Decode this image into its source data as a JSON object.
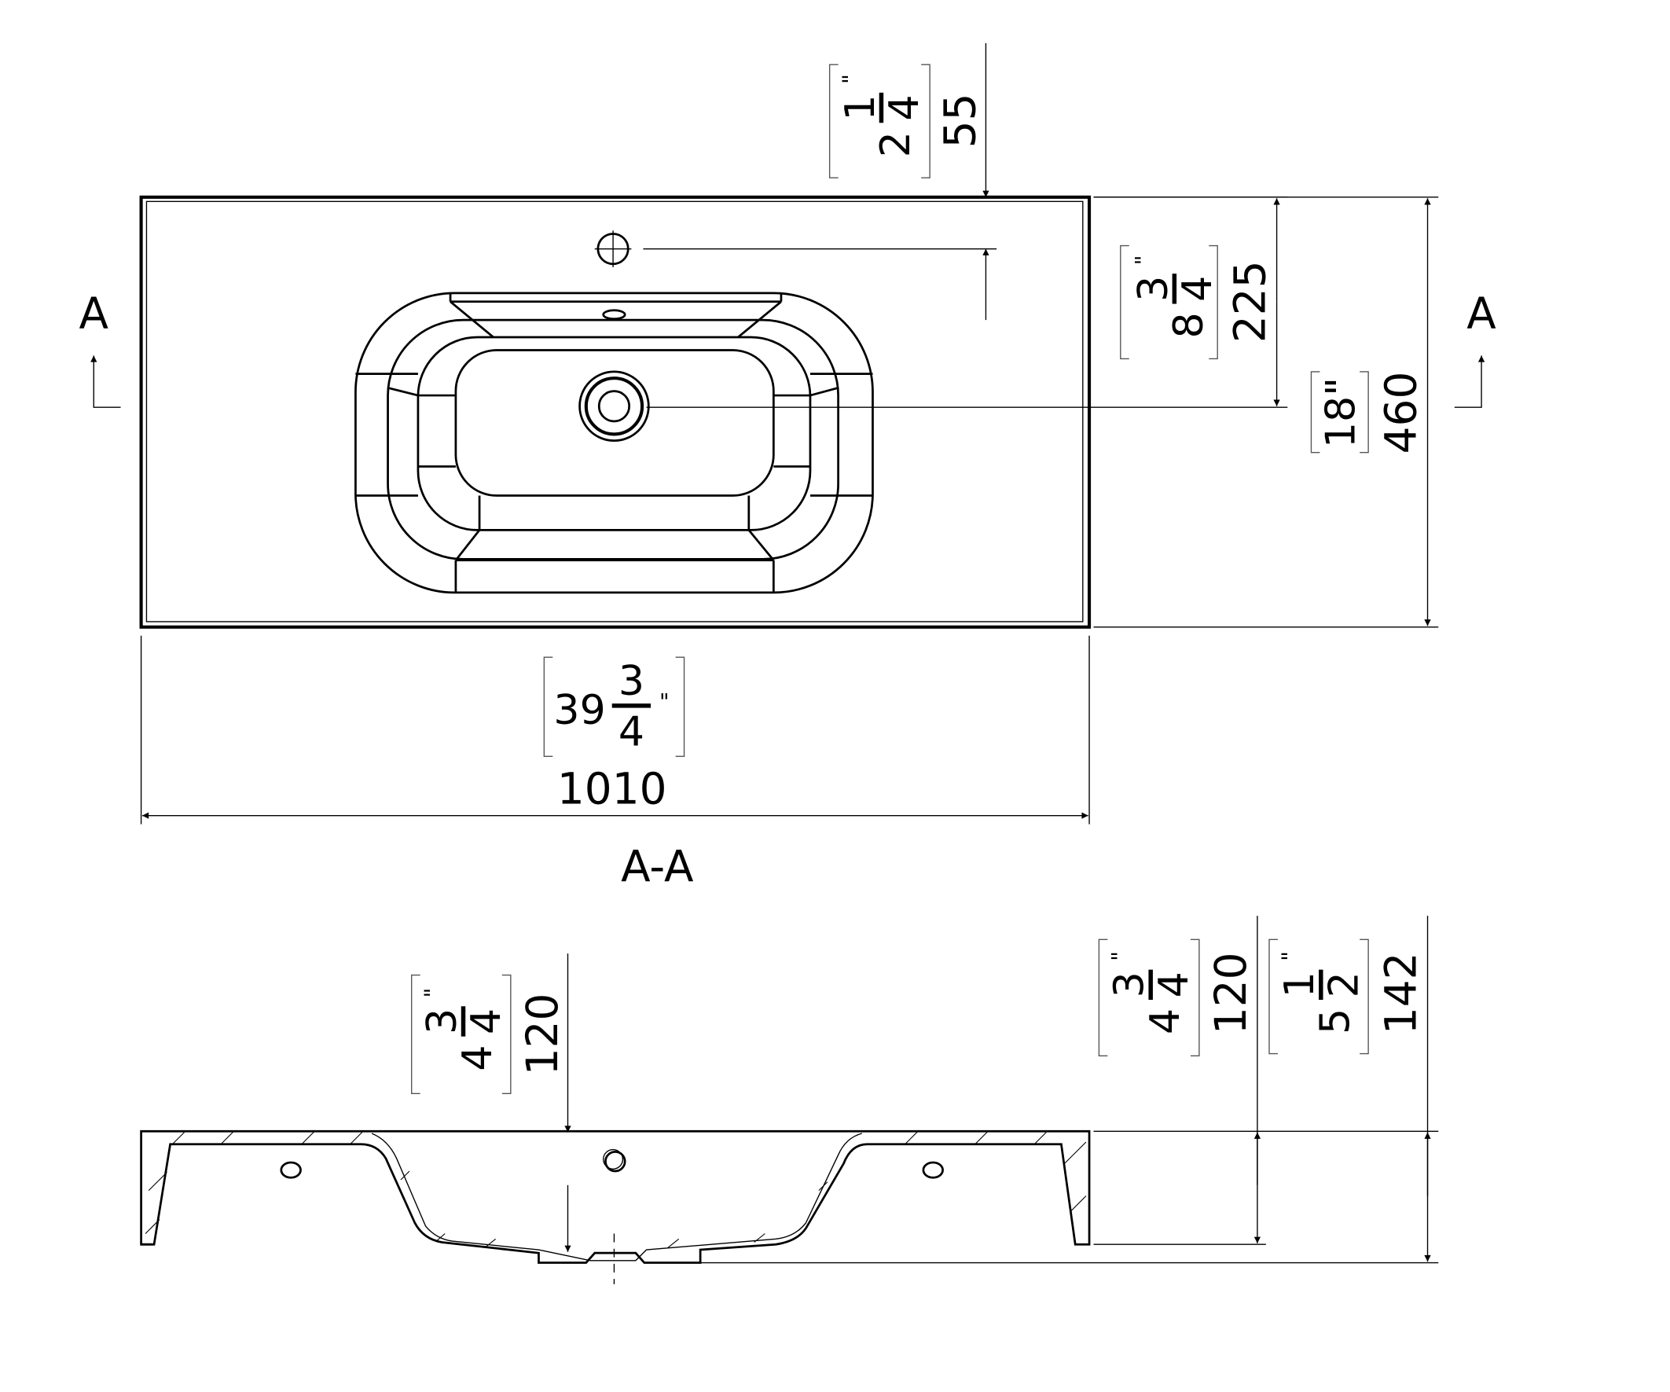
{
  "title": "Washbasin 1010 technical drawing",
  "top_view": {
    "section_marker_left": "A",
    "section_marker_right": "A",
    "dimensions": {
      "faucet_offset": {
        "mm": "55",
        "inch_whole": "2",
        "inch_num": "1",
        "inch_den": "4",
        "inch_mark": "\""
      },
      "drain_offset": {
        "mm": "225",
        "inch_whole": "8",
        "inch_num": "3",
        "inch_den": "4",
        "inch_mark": "\""
      },
      "depth": {
        "mm": "460",
        "inch_text": "18\""
      },
      "width": {
        "mm": "1010",
        "inch_whole": "39",
        "inch_num": "3",
        "inch_den": "4",
        "inch_mark": "\""
      }
    }
  },
  "section_view": {
    "title": "A-A",
    "dimensions": {
      "basin_depth": {
        "mm": "120",
        "inch_whole": "4",
        "inch_num": "3",
        "inch_den": "4",
        "inch_mark": "\""
      },
      "edge_height": {
        "mm": "120",
        "inch_whole": "4",
        "inch_num": "3",
        "inch_den": "4",
        "inch_mark": "\""
      },
      "total_height": {
        "mm": "142",
        "inch_whole": "5",
        "inch_num": "1",
        "inch_den": "2",
        "inch_mark": "\""
      }
    }
  }
}
